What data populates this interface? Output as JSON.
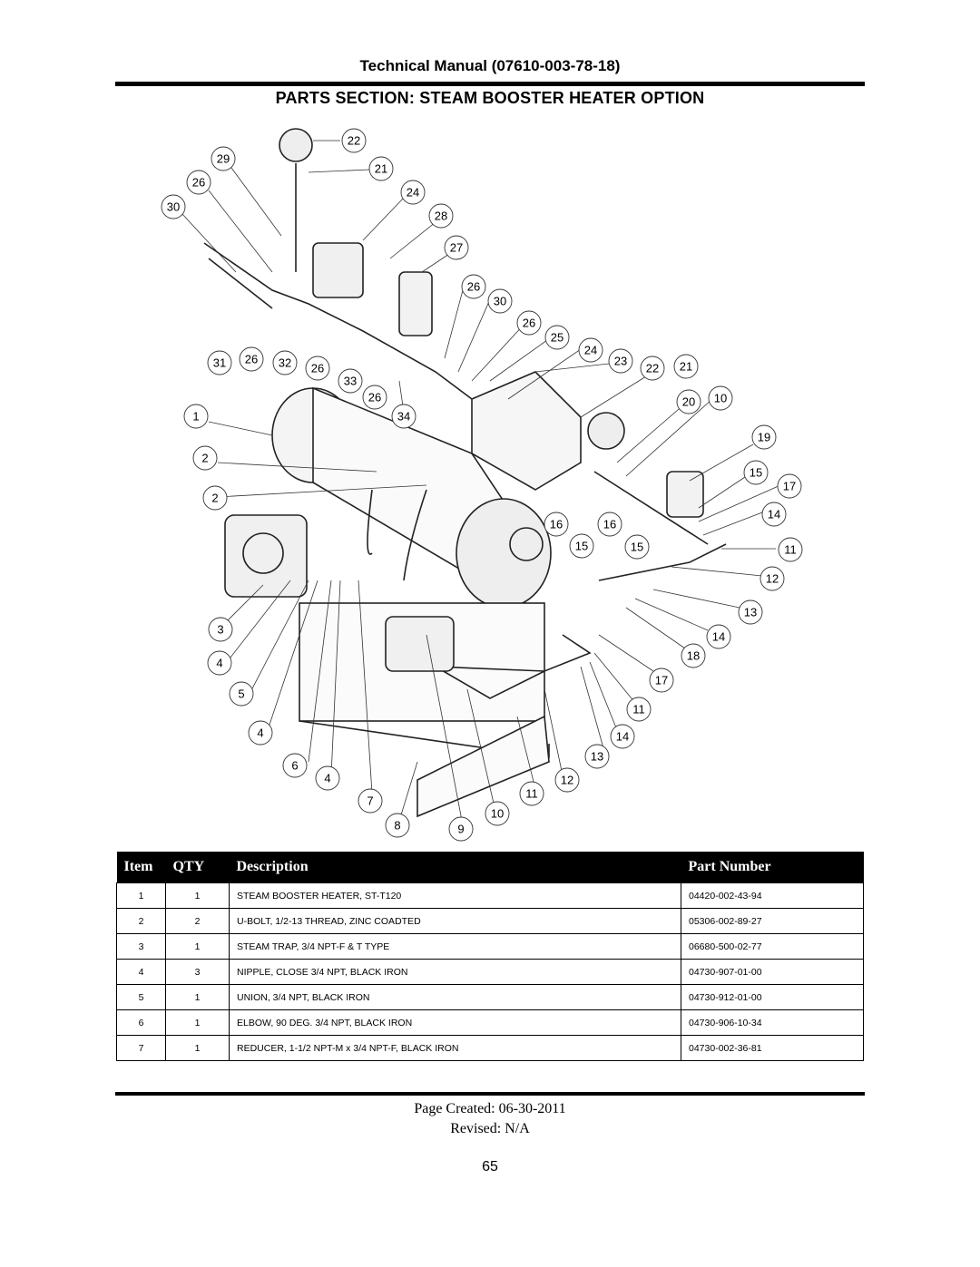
{
  "header": {
    "manual_title": "Technical Manual (07610-003-78-18)",
    "section_title": "PARTS SECTION: STEAM BOOSTER HEATER OPTION"
  },
  "diagram": {
    "callouts": [
      "22",
      "29",
      "21",
      "26",
      "24",
      "30",
      "28",
      "27",
      "26",
      "30",
      "26",
      "25",
      "31",
      "26",
      "32",
      "26",
      "24",
      "23",
      "22",
      "21",
      "33",
      "26",
      "34",
      "1",
      "20",
      "10",
      "19",
      "2",
      "15",
      "17",
      "2",
      "16",
      "16",
      "14",
      "15",
      "15",
      "11",
      "12",
      "13",
      "3",
      "14",
      "4",
      "18",
      "17",
      "5",
      "11",
      "4",
      "14",
      "13",
      "6",
      "4",
      "12",
      "11",
      "7",
      "10",
      "8",
      "9"
    ]
  },
  "table": {
    "headers": {
      "item": "Item",
      "qty": "QTY",
      "description": "Description",
      "part_number": "Part Number"
    },
    "rows": [
      {
        "item": "1",
        "qty": "1",
        "description": "STEAM BOOSTER HEATER,  ST-T120",
        "part_number": "04420-002-43-94"
      },
      {
        "item": "2",
        "qty": "2",
        "description": "U-BOLT, 1/2-13 THREAD, ZINC COADTED",
        "part_number": "05306-002-89-27"
      },
      {
        "item": "3",
        "qty": "1",
        "description": "STEAM TRAP, 3/4 NPT-F & T TYPE",
        "part_number": "06680-500-02-77"
      },
      {
        "item": "4",
        "qty": "3",
        "description": "NIPPLE, CLOSE 3/4 NPT, BLACK IRON",
        "part_number": "04730-907-01-00"
      },
      {
        "item": "5",
        "qty": "1",
        "description": "UNION, 3/4 NPT, BLACK IRON",
        "part_number": "04730-912-01-00"
      },
      {
        "item": "6",
        "qty": "1",
        "description": "ELBOW, 90 DEG. 3/4 NPT, BLACK IRON",
        "part_number": "04730-906-10-34"
      },
      {
        "item": "7",
        "qty": "1",
        "description": "REDUCER, 1-1/2 NPT-M x 3/4 NPT-F, BLACK IRON",
        "part_number": "04730-002-36-81"
      }
    ]
  },
  "footer": {
    "created": "Page Created: 06-30-2011",
    "revised": "Revised: N/A",
    "page_number": "65"
  }
}
